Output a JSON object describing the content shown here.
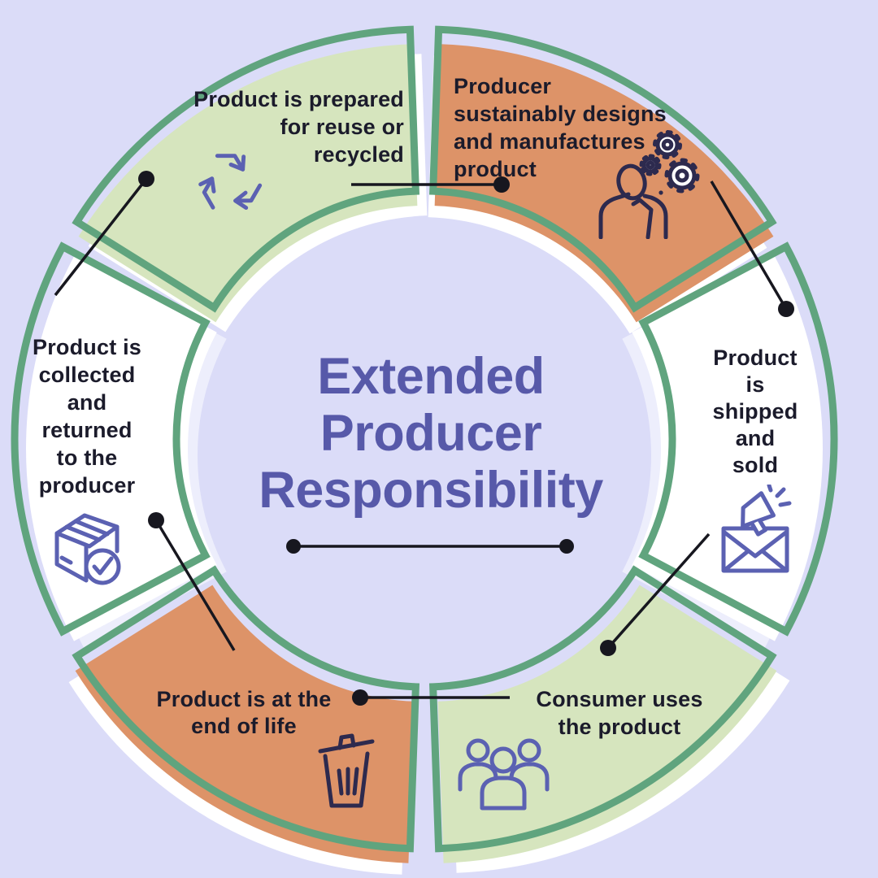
{
  "title": "Extended\nProducer\nResponsibility",
  "colors": {
    "background": "#dbdcf8",
    "title": "#5759a9",
    "outline_green": "#60a47e",
    "orange": "#dd9368",
    "green": "#d6e5be",
    "white": "#ffffff",
    "connector_line": "#17171f",
    "icon_purple": "#5b61b2",
    "icon_navy": "#2d2a4e",
    "text": "#1b1b2b"
  },
  "segments": [
    {
      "id": "produce",
      "label": "Producer\nsustainably designs\nand manufactures\nproduct",
      "fill": "orange",
      "icon": "person-gears-icon"
    },
    {
      "id": "ship",
      "label": "Product\nis\nshipped\nand\nsold",
      "fill": "white",
      "icon": "envelope-megaphone-icon"
    },
    {
      "id": "consume",
      "label": "Consumer uses\nthe product",
      "fill": "green",
      "icon": "people-icon"
    },
    {
      "id": "end-of-life",
      "label": "Product is at the\nend of life",
      "fill": "orange",
      "icon": "trash-icon"
    },
    {
      "id": "collect",
      "label": "Product is\ncollected\nand\nreturned\nto the\nproducer",
      "fill": "white",
      "icon": "box-check-icon"
    },
    {
      "id": "recycle",
      "label": "Product is prepared\nfor reuse or\nrecycled",
      "fill": "green",
      "icon": "recycle-icon"
    }
  ]
}
